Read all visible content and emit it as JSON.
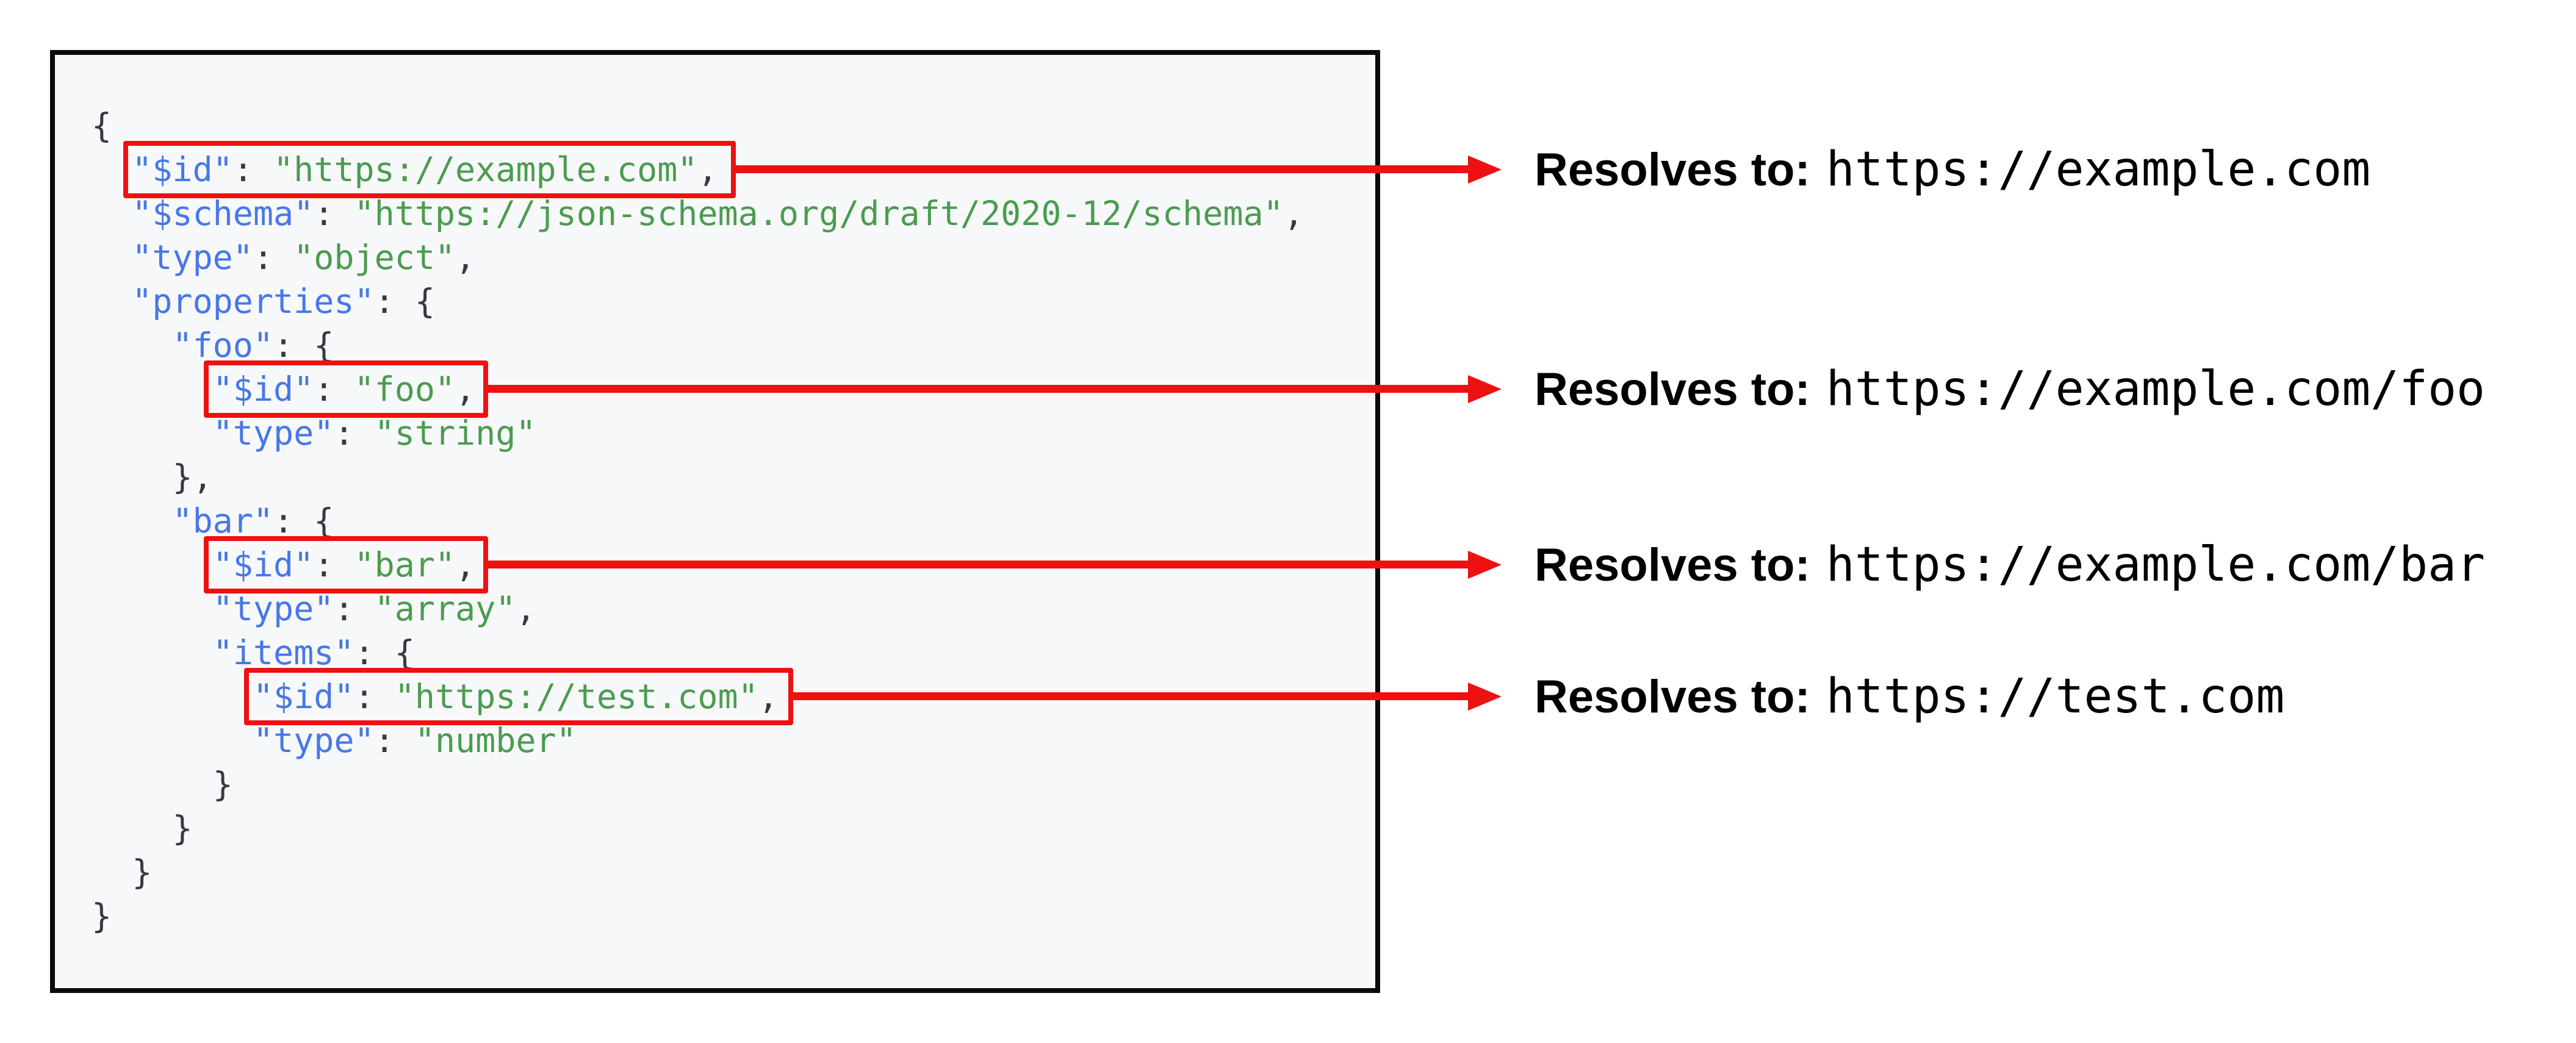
{
  "colors": {
    "key_blue": "#4678e8",
    "string_green": "#4a9c4f",
    "punctuation": "#383a42",
    "highlight_red": "#ed1111",
    "code_background": "#f7f8f9",
    "code_border": "#0a0a0a",
    "label_text": "#000000",
    "page_background": "#ffffff"
  },
  "code": {
    "language": "json",
    "highlighted_lines": [
      2,
      7,
      11,
      14
    ],
    "lines": [
      [
        {
          "t": "p",
          "v": "{"
        }
      ],
      [
        {
          "t": "w",
          "v": "  "
        },
        {
          "t": "k",
          "v": "\"$id\""
        },
        {
          "t": "p",
          "v": ": "
        },
        {
          "t": "s",
          "v": "\"https://example.com\""
        },
        {
          "t": "p",
          "v": ","
        }
      ],
      [
        {
          "t": "w",
          "v": "  "
        },
        {
          "t": "k",
          "v": "\"$schema\""
        },
        {
          "t": "p",
          "v": ": "
        },
        {
          "t": "s",
          "v": "\"https://json-schema.org/draft/2020-12/schema\""
        },
        {
          "t": "p",
          "v": ","
        }
      ],
      [
        {
          "t": "w",
          "v": "  "
        },
        {
          "t": "k",
          "v": "\"type\""
        },
        {
          "t": "p",
          "v": ": "
        },
        {
          "t": "s",
          "v": "\"object\""
        },
        {
          "t": "p",
          "v": ","
        }
      ],
      [
        {
          "t": "w",
          "v": "  "
        },
        {
          "t": "k",
          "v": "\"properties\""
        },
        {
          "t": "p",
          "v": ": {"
        }
      ],
      [
        {
          "t": "w",
          "v": "    "
        },
        {
          "t": "k",
          "v": "\"foo\""
        },
        {
          "t": "p",
          "v": ": {"
        }
      ],
      [
        {
          "t": "w",
          "v": "      "
        },
        {
          "t": "k",
          "v": "\"$id\""
        },
        {
          "t": "p",
          "v": ": "
        },
        {
          "t": "s",
          "v": "\"foo\""
        },
        {
          "t": "p",
          "v": ","
        }
      ],
      [
        {
          "t": "w",
          "v": "      "
        },
        {
          "t": "k",
          "v": "\"type\""
        },
        {
          "t": "p",
          "v": ": "
        },
        {
          "t": "s",
          "v": "\"string\""
        }
      ],
      [
        {
          "t": "w",
          "v": "    "
        },
        {
          "t": "p",
          "v": "},"
        }
      ],
      [
        {
          "t": "w",
          "v": "    "
        },
        {
          "t": "k",
          "v": "\"bar\""
        },
        {
          "t": "p",
          "v": ": {"
        }
      ],
      [
        {
          "t": "w",
          "v": "      "
        },
        {
          "t": "k",
          "v": "\"$id\""
        },
        {
          "t": "p",
          "v": ": "
        },
        {
          "t": "s",
          "v": "\"bar\""
        },
        {
          "t": "p",
          "v": ","
        }
      ],
      [
        {
          "t": "w",
          "v": "      "
        },
        {
          "t": "k",
          "v": "\"type\""
        },
        {
          "t": "p",
          "v": ": "
        },
        {
          "t": "s",
          "v": "\"array\""
        },
        {
          "t": "p",
          "v": ","
        }
      ],
      [
        {
          "t": "w",
          "v": "      "
        },
        {
          "t": "k",
          "v": "\"items\""
        },
        {
          "t": "p",
          "v": ": {"
        }
      ],
      [
        {
          "t": "w",
          "v": "        "
        },
        {
          "t": "k",
          "v": "\"$id\""
        },
        {
          "t": "p",
          "v": ": "
        },
        {
          "t": "s",
          "v": "\"https://test.com\""
        },
        {
          "t": "p",
          "v": ","
        }
      ],
      [
        {
          "t": "w",
          "v": "        "
        },
        {
          "t": "k",
          "v": "\"type\""
        },
        {
          "t": "p",
          "v": ": "
        },
        {
          "t": "s",
          "v": "\"number\""
        }
      ],
      [
        {
          "t": "w",
          "v": "      "
        },
        {
          "t": "p",
          "v": "}"
        }
      ],
      [
        {
          "t": "w",
          "v": "    "
        },
        {
          "t": "p",
          "v": "}"
        }
      ],
      [
        {
          "t": "w",
          "v": "  "
        },
        {
          "t": "p",
          "v": "}"
        }
      ],
      [
        {
          "t": "p",
          "v": "}"
        }
      ]
    ]
  },
  "annotations": [
    {
      "prefix": "Resolves to:",
      "url": "https://example.com"
    },
    {
      "prefix": "Resolves to:",
      "url": "https://example.com/foo"
    },
    {
      "prefix": "Resolves to:",
      "url": "https://example.com/bar"
    },
    {
      "prefix": "Resolves to:",
      "url": "https://test.com"
    }
  ]
}
